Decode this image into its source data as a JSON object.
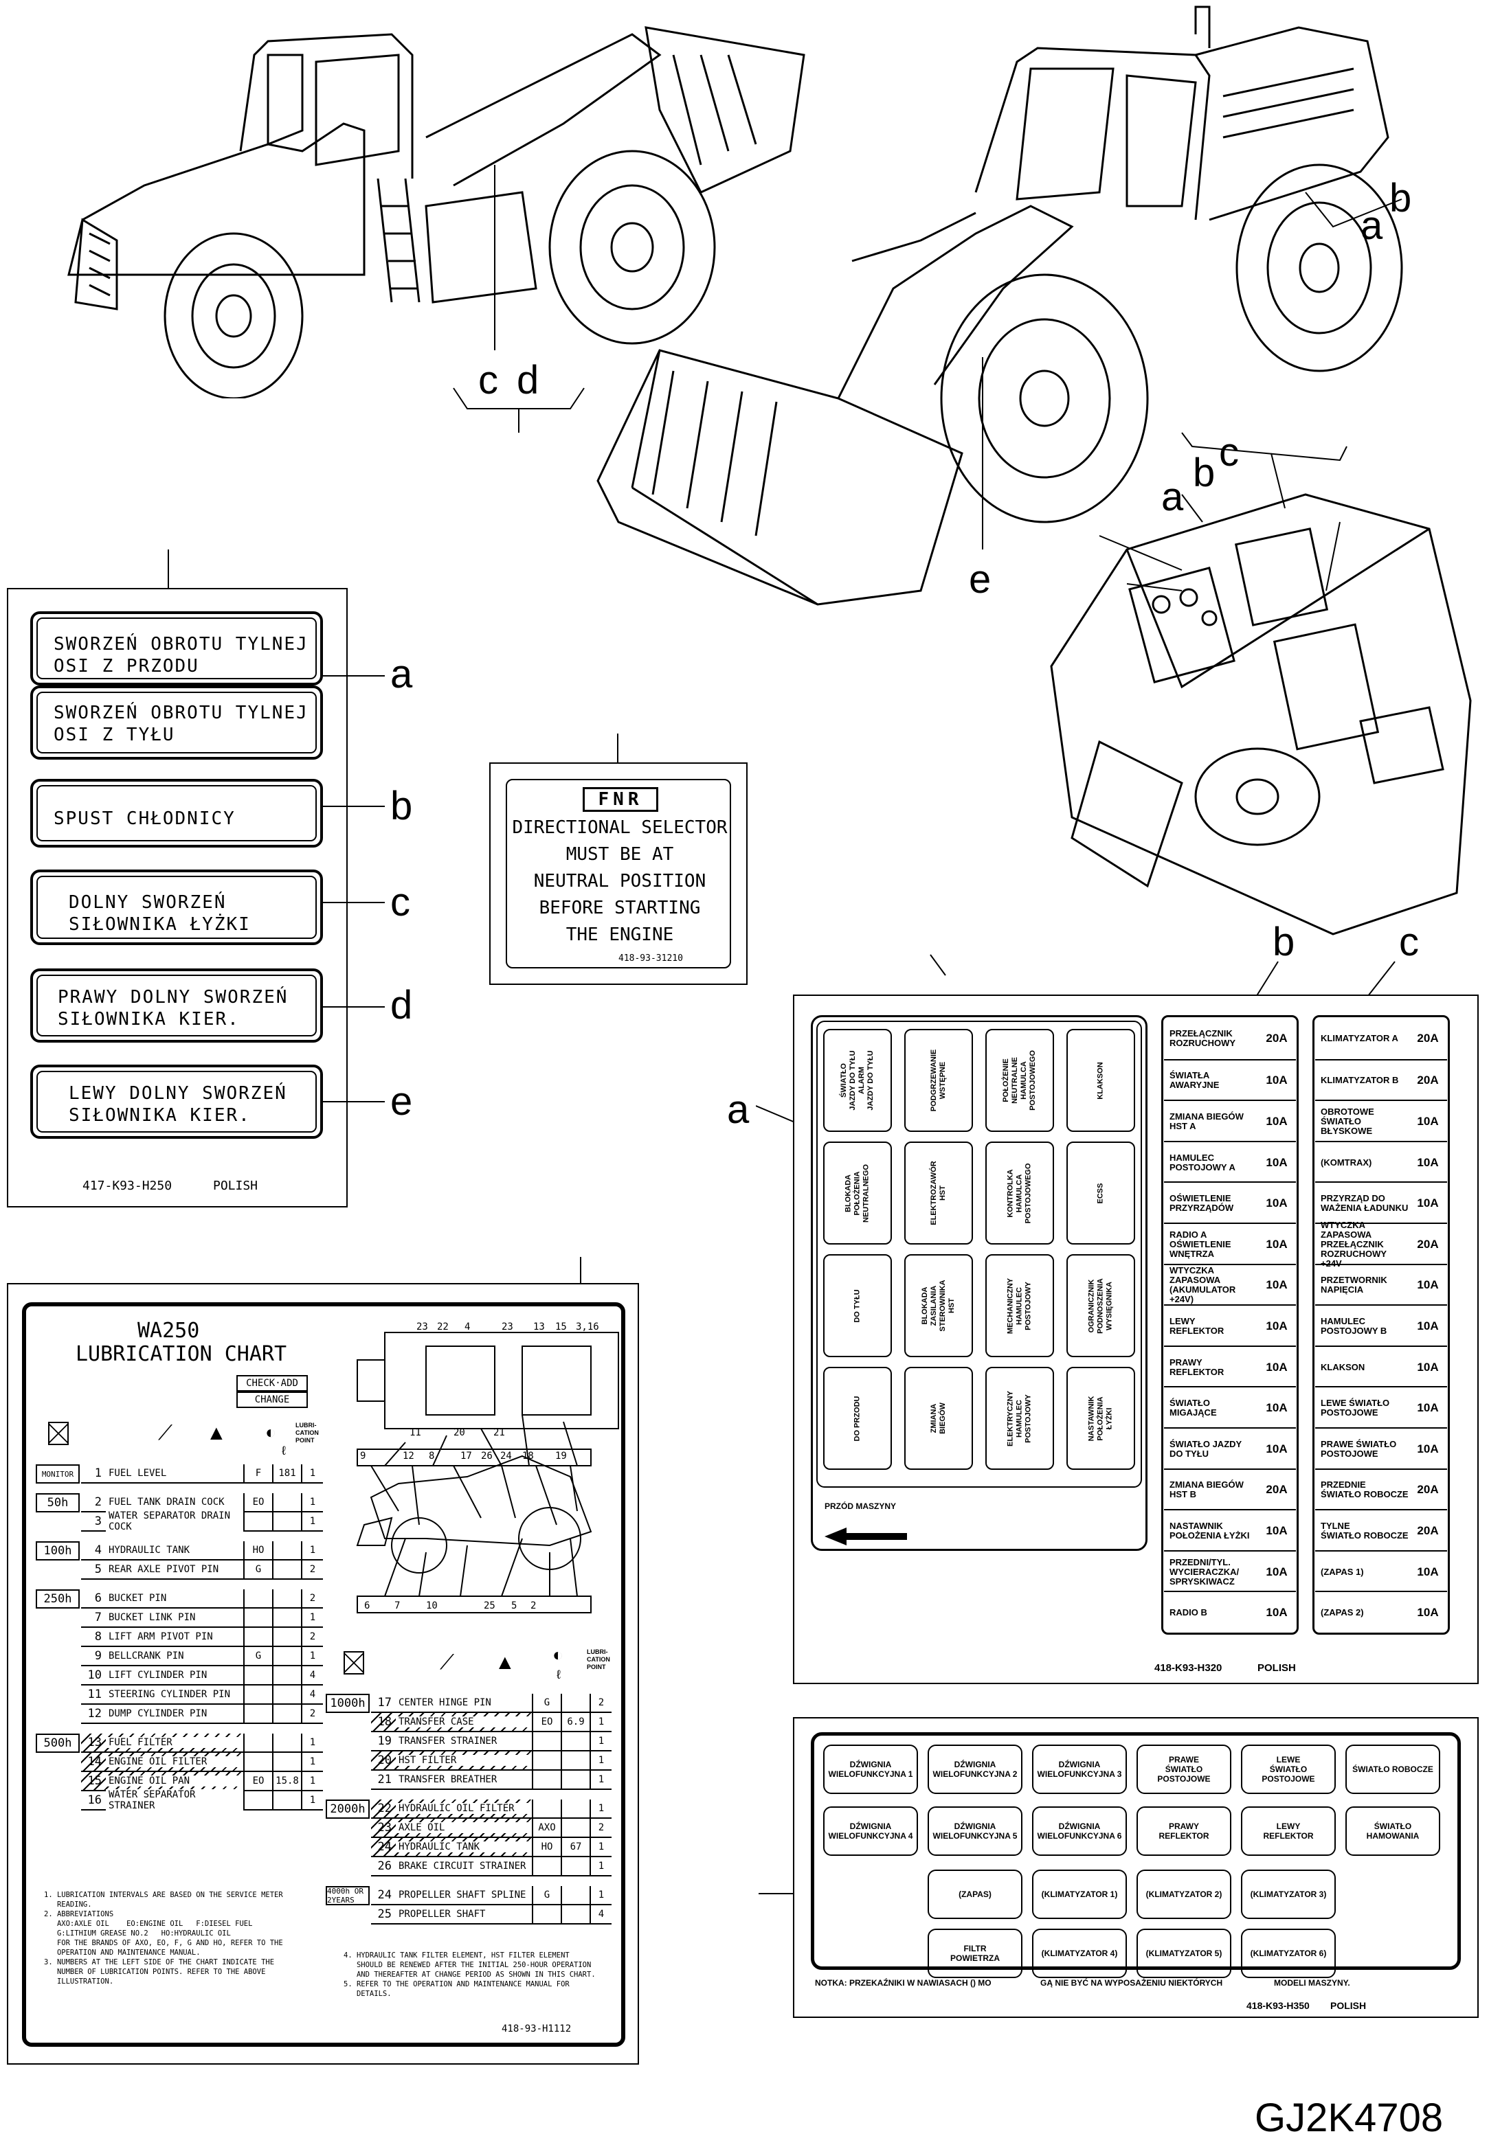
{
  "doc_id": "GJ2K4708",
  "pointer_letters": {
    "cd_c": "c",
    "cd_d": "d",
    "ab_a": "a",
    "ab_b": "b",
    "e": "e",
    "cab_a": "a",
    "cab_b": "b",
    "cab_c": "c",
    "fuse_b": "b",
    "fuse_c": "c",
    "fuse_a": "a"
  },
  "polish_labels": {
    "items": [
      {
        "text": "SWORZEŃ OBROTU TYLNEJ\nOSI Z PRZODU",
        "letter": "a"
      },
      {
        "text": "SWORZEŃ OBROTU TYLNEJ\nOSI Z TYŁU",
        "letter": ""
      },
      {
        "text": "SPUST CHŁODNICY",
        "letter": "b"
      },
      {
        "text": "DOLNY SWORZEŃ\nSIŁOWNIKA ŁYŻKI",
        "letter": "c"
      },
      {
        "text": "PRAWY DOLNY SWORZEŃ\nSIŁOWNIKA KIER.",
        "letter": "d"
      },
      {
        "text": "LEWY DOLNY SWORZEŃ\nSIŁOWNIKA KIER.",
        "letter": "e"
      }
    ],
    "part_no": "417-K93-H250",
    "lang": "POLISH"
  },
  "fnr_plate": {
    "badge": "FNR",
    "text": "DIRECTIONAL SELECTOR\nMUST BE AT\nNEUTRAL POSITION\nBEFORE STARTING\nTHE ENGINE",
    "part_no": "418-93-31210"
  },
  "fuse_panel": {
    "relays": [
      "ŚWIATŁO\nJAZDY DO TYŁU\nALARM\nJAZDY DO TYŁU",
      "PODGRZEWANIE\nWSTĘPNE",
      "POŁOŻENIE\nNEUTRALNE\nHAMULCA\nPOSTOJOWEGO",
      "KLAKSON",
      "BLOKADA\nPOŁOŻENIA\nNEUTRALNEGO",
      "ELEKTROZAWÓR HST",
      "KONTROLKA\nHAMULCA\nPOSTOJOWEGO",
      "ECSS",
      "DO TYŁU",
      "BLOKADA\nZASILANIA\nSTEROWNIKA HST",
      "MECHANICZNY\nHAMULEC\nPOSTOJOWY",
      "OGRANICZNIK\nPODNOSZENIA\nWYSIĘGNIKA",
      "DO PRZODU",
      "ZMIANA BIEGÓW",
      "ELEKTRYCZNY\nHAMULEC\nPOSTOJOWY",
      "NASTAWNIK\nPOŁOŻENIA ŁYŻKI"
    ],
    "front_label": "PRZÓD MASZYNY",
    "col_b": [
      [
        "PRZEŁĄCZNIK\nROZRUCHOWY",
        "20A"
      ],
      [
        "ŚWIATŁA\nAWARYJNE",
        "10A"
      ],
      [
        "ZMIANA BIEGÓW\nHST A",
        "10A"
      ],
      [
        "HAMULEC\nPOSTOJOWY A",
        "10A"
      ],
      [
        "OŚWIETLENIE\nPRZYRZĄDÓW",
        "10A"
      ],
      [
        "RADIO A\nOŚWIETLENIE\nWNĘTRZA",
        "10A"
      ],
      [
        "WTYCZKA ZAPASOWA\n(AKUMULATOR +24V)",
        "10A"
      ],
      [
        "LEWY\nREFLEKTOR",
        "10A"
      ],
      [
        "PRAWY\nREFLEKTOR",
        "10A"
      ],
      [
        "ŚWIATŁO\nMIGAJĄCE",
        "10A"
      ],
      [
        "ŚWIATŁO JAZDY\nDO TYŁU",
        "10A"
      ],
      [
        "ZMIANA BIEGÓW\nHST B",
        "20A"
      ],
      [
        "NASTAWNIK\nPOŁOŻENIA ŁYŻKI",
        "10A"
      ],
      [
        "PRZEDNI/TYL.\nWYCIERACZKA/\nSPRYSKIWACZ",
        "10A"
      ],
      [
        "RADIO B",
        "10A"
      ]
    ],
    "col_c": [
      [
        "KLIMATYZATOR A",
        "20A"
      ],
      [
        "KLIMATYZATOR B",
        "20A"
      ],
      [
        "OBROTOWE\nŚWIATŁO\nBŁYSKOWE",
        "10A"
      ],
      [
        "(KOMTRAX)",
        "10A"
      ],
      [
        "PRZYRZĄD DO\nWAŻENIA ŁADUNKU",
        "10A"
      ],
      [
        "WTYCZKA ZAPASOWA\nPRZEŁĄCZNIK\nROZRUCHOWY +24V",
        "20A"
      ],
      [
        "PRZETWORNIK\nNAPIĘCIA",
        "10A"
      ],
      [
        "HAMULEC\nPOSTOJOWY B",
        "10A"
      ],
      [
        "KLAKSON",
        "10A"
      ],
      [
        "LEWE ŚWIATŁO\nPOSTOJOWE",
        "10A"
      ],
      [
        "PRAWE ŚWIATŁO\nPOSTOJOWE",
        "10A"
      ],
      [
        "PRZEDNIE\nŚWIATŁO ROBOCZE",
        "20A"
      ],
      [
        "TYLNE\nŚWIATŁO ROBOCZE",
        "20A"
      ],
      [
        "(ZAPAS 1)",
        "10A"
      ],
      [
        "(ZAPAS 2)",
        "10A"
      ]
    ],
    "part_no": "418-K93-H320",
    "lang": "POLISH"
  },
  "control_panel": {
    "row1": [
      "DŹWIGNIA\nWIELOFUNKCYJNA 1",
      "DŹWIGNIA\nWIELOFUNKCYJNA 2",
      "DŹWIGNIA\nWIELOFUNKCYJNA 3",
      "PRAWE\nŚWIATŁO POSTOJOWE",
      "LEWE\nŚWIATŁO POSTOJOWE",
      "ŚWIATŁO ROBOCZE"
    ],
    "row2": [
      "DŹWIGNIA\nWIELOFUNKCYJNA 4",
      "DŹWIGNIA\nWIELOFUNKCYJNA 5",
      "DŹWIGNIA\nWIELOFUNKCYJNA 6",
      "PRAWY\nREFLEKTOR",
      "LEWY\nREFLEKTOR",
      "ŚWIATŁO\nHAMOWANIA"
    ],
    "row3": [
      "(ZAPAS)",
      "(KLIMATYZATOR 1)",
      "(KLIMATYZATOR 2)",
      "(KLIMATYZATOR 3)"
    ],
    "row4": [
      "FILTR\nPOWIETRZA",
      "(KLIMATYZATOR 4)",
      "(KLIMATYZATOR 5)",
      "(KLIMATYZATOR 6)"
    ],
    "note_1": "NOTKA: PRZEKAŹNIKI W NAWIASACH () MO",
    "note_2": "GĄ NIE BYĆ NA WYPOSAŻENIU NIEKTÓRYCH",
    "note_3": "MODELI MASZYNY.",
    "part_no": "418-K93-H350",
    "lang": "POLISH"
  },
  "lube_chart": {
    "model": "WA250",
    "title": "LUBRICATION CHART",
    "check_add": "CHECK·ADD",
    "change": "CHANGE",
    "lub_point_header": "LUBRI-\nCATION\nPOINT",
    "liter": "ℓ",
    "left_rows": [
      {
        "int": "MONITOR",
        "n": "1",
        "name": "FUEL LEVEL",
        "c1": "F",
        "c2": "181",
        "c3": "1",
        "hatch": false
      },
      {
        "int": "50h",
        "n": "2",
        "name": "FUEL TANK DRAIN COCK",
        "c1": "EO",
        "c2": "",
        "c3": "1",
        "hatch": false
      },
      {
        "int": "",
        "n": "3",
        "name": "WATER SEPARATOR DRAIN COCK",
        "c1": "",
        "c2": "",
        "c3": "1",
        "hatch": false
      },
      {
        "int": "100h",
        "n": "4",
        "name": "HYDRAULIC TANK",
        "c1": "HO",
        "c2": "",
        "c3": "1",
        "hatch": false
      },
      {
        "int": "",
        "n": "5",
        "name": "REAR AXLE PIVOT PIN",
        "c1": "G",
        "c2": "",
        "c3": "2",
        "hatch": false
      },
      {
        "int": "250h",
        "n": "6",
        "name": "BUCKET PIN",
        "c1": "",
        "c2": "",
        "c3": "2",
        "hatch": false
      },
      {
        "int": "",
        "n": "7",
        "name": "BUCKET LINK PIN",
        "c1": "",
        "c2": "",
        "c3": "1",
        "hatch": false
      },
      {
        "int": "",
        "n": "8",
        "name": "LIFT ARM PIVOT PIN",
        "c1": "",
        "c2": "",
        "c3": "2",
        "hatch": false
      },
      {
        "int": "",
        "n": "9",
        "name": "BELLCRANK PIN",
        "c1": "G",
        "c2": "",
        "c3": "1",
        "hatch": false
      },
      {
        "int": "",
        "n": "10",
        "name": "LIFT CYLINDER PIN",
        "c1": "",
        "c2": "",
        "c3": "4",
        "hatch": false
      },
      {
        "int": "",
        "n": "11",
        "name": "STEERING CYLINDER PIN",
        "c1": "",
        "c2": "",
        "c3": "4",
        "hatch": false
      },
      {
        "int": "",
        "n": "12",
        "name": "DUMP CYLINDER PIN",
        "c1": "",
        "c2": "",
        "c3": "2",
        "hatch": false
      },
      {
        "int": "500h",
        "n": "13",
        "name": "FUEL FILTER",
        "c1": "",
        "c2": "",
        "c3": "1",
        "hatch": true
      },
      {
        "int": "",
        "n": "14",
        "name": "ENGINE OIL FILTER",
        "c1": "",
        "c2": "",
        "c3": "1",
        "hatch": true
      },
      {
        "int": "",
        "n": "15",
        "name": "ENGINE OIL PAN",
        "c1": "EO",
        "c2": "15.8",
        "c3": "1",
        "hatch": true
      },
      {
        "int": "",
        "n": "16",
        "name": "WATER SEPARATOR STRAINER",
        "c1": "",
        "c2": "",
        "c3": "1",
        "hatch": false
      }
    ],
    "right_rows": [
      {
        "int": "1000h",
        "n": "17",
        "name": "CENTER HINGE PIN",
        "c1": "G",
        "c2": "",
        "c3": "2",
        "hatch": false
      },
      {
        "int": "",
        "n": "18",
        "name": "TRANSFER CASE",
        "c1": "EO",
        "c2": "6.9",
        "c3": "1",
        "hatch": true
      },
      {
        "int": "",
        "n": "19",
        "name": "TRANSFER STRAINER",
        "c1": "",
        "c2": "",
        "c3": "1",
        "hatch": false
      },
      {
        "int": "",
        "n": "20",
        "name": "HST FILTER",
        "c1": "",
        "c2": "",
        "c3": "1",
        "hatch": true
      },
      {
        "int": "",
        "n": "21",
        "name": "TRANSFER BREATHER",
        "c1": "",
        "c2": "",
        "c3": "1",
        "hatch": false
      },
      {
        "int": "2000h",
        "n": "22",
        "name": "HYDRAULIC OIL FILTER",
        "c1": "",
        "c2": "",
        "c3": "1",
        "hatch": true
      },
      {
        "int": "",
        "n": "23",
        "name": "AXLE OIL",
        "c1": "AXO",
        "c2": "",
        "c3": "2",
        "hatch": true
      },
      {
        "int": "",
        "n": "24",
        "name": "HYDRAULIC TANK",
        "c1": "HO",
        "c2": "67",
        "c3": "1",
        "hatch": true
      },
      {
        "int": "",
        "n": "26",
        "name": "BRAKE CIRCUIT STRAINER",
        "c1": "",
        "c2": "",
        "c3": "1",
        "hatch": false
      },
      {
        "int": "4000h OR 2YEARS",
        "n": "24",
        "name": "PROPELLER SHAFT SPLINE",
        "c1": "G",
        "c2": "",
        "c3": "1",
        "hatch": false
      },
      {
        "int": "",
        "n": "25",
        "name": "PROPELLER SHAFT",
        "c1": "",
        "c2": "",
        "c3": "4",
        "hatch": false
      }
    ],
    "notes_left": "1. LUBRICATION INTERVALS ARE BASED ON THE SERVICE METER\n   READING.\n2. ABBREVIATIONS\n   AXO:AXLE OIL    EO:ENGINE OIL   F:DIESEL FUEL\n   G:LITHIUM GREASE NO.2   HO:HYDRAULIC OIL\n   FOR THE BRANDS OF AXO, EO, F, G AND HO, REFER TO THE\n   OPERATION AND MAINTENANCE MANUAL.\n3. NUMBERS AT THE LEFT SIDE OF THE CHART INDICATE THE\n   NUMBER OF LUBRICATION POINTS. REFER TO THE ABOVE\n   ILLUSTRATION.",
    "notes_right": "4. HYDRAULIC TANK FILTER ELEMENT, HST FILTER ELEMENT\n   SHOULD BE RENEWED AFTER THE INITIAL 250-HOUR OPERATION\n   AND THEREAFTER AT CHANGE PERIOD AS SHOWN IN THIS CHART.\n5. REFER TO THE OPERATION AND MAINTENANCE MANUAL FOR\n   DETAILS.",
    "part_no": "418-93-H1112",
    "diagram_top_nums": [
      "23",
      "22",
      "4",
      "23",
      "13",
      "15",
      "3,16"
    ],
    "diagram_mid_nums": [
      "11",
      "20",
      "21"
    ],
    "diagram_low_nums": [
      "9",
      "12",
      "8",
      "17",
      "26",
      "24",
      "18",
      "19"
    ],
    "diagram_bot_nums": [
      "6",
      "7",
      "10",
      "25",
      "5",
      "2"
    ]
  },
  "colors": {
    "ink": "#000000",
    "paper": "#ffffff",
    "hatch": "#000000"
  }
}
